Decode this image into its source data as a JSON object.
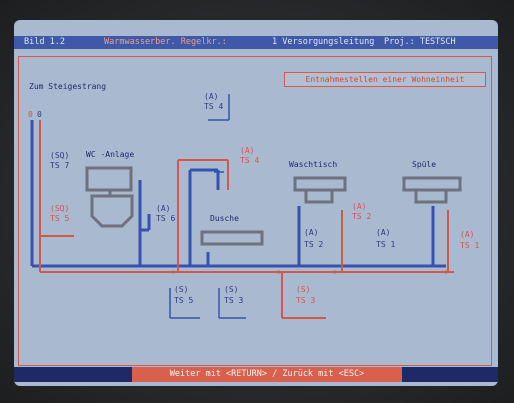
{
  "title_bar": {
    "screen_id": "Bild 1.2",
    "program": "Warmwasserber. Regelkr.:",
    "line": "1 Versorgungsleitung",
    "project": "Proj.: TESTSCH"
  },
  "panel": {
    "riser_label": "Zum Steigestrang",
    "section_heading": "Entnahmestellen einer Wohneinheit"
  },
  "fixtures": {
    "wc": "WC -Anlage",
    "shower": "Dusche",
    "washbasin": "Waschtisch",
    "sink": "Spüle"
  },
  "pipe_labels": {
    "riser_a": "0",
    "riser_b": "0",
    "ts7_code": "(SQ)",
    "ts7": "TS 7",
    "ts5_code": "(SQ)",
    "ts5": "TS 5",
    "ts6_code": "(A)",
    "ts6": "TS 6",
    "ts4_top_code": "(A)",
    "ts4_top": "TS 4",
    "ts4_red_code": "(A)",
    "ts4_red": "TS 4",
    "ts2_blue_code": "(A)",
    "ts2_blue": "TS 2",
    "ts2_red_code": "(A)",
    "ts2_red": "TS 2",
    "ts1_blue_code": "(A)",
    "ts1_blue": "TS 1",
    "ts1_red_code": "(A)",
    "ts1_red": "TS 1",
    "ts5_bottom_code": "(S)",
    "ts5_bottom": "TS 5",
    "ts3_bottom_code": "(S)",
    "ts3_bottom": "TS 3",
    "ts3_red_code": "(S)",
    "ts3_red": "TS 3"
  },
  "footer": {
    "prompt": "Weiter mit <RETURN>  /  Zurück mit <ESC>"
  },
  "colors": {
    "screen_bg": "#a9b9cf",
    "cold_pipe": "#3552b0",
    "hot_pipe": "#d4584a",
    "fixture": "#6e7180"
  }
}
